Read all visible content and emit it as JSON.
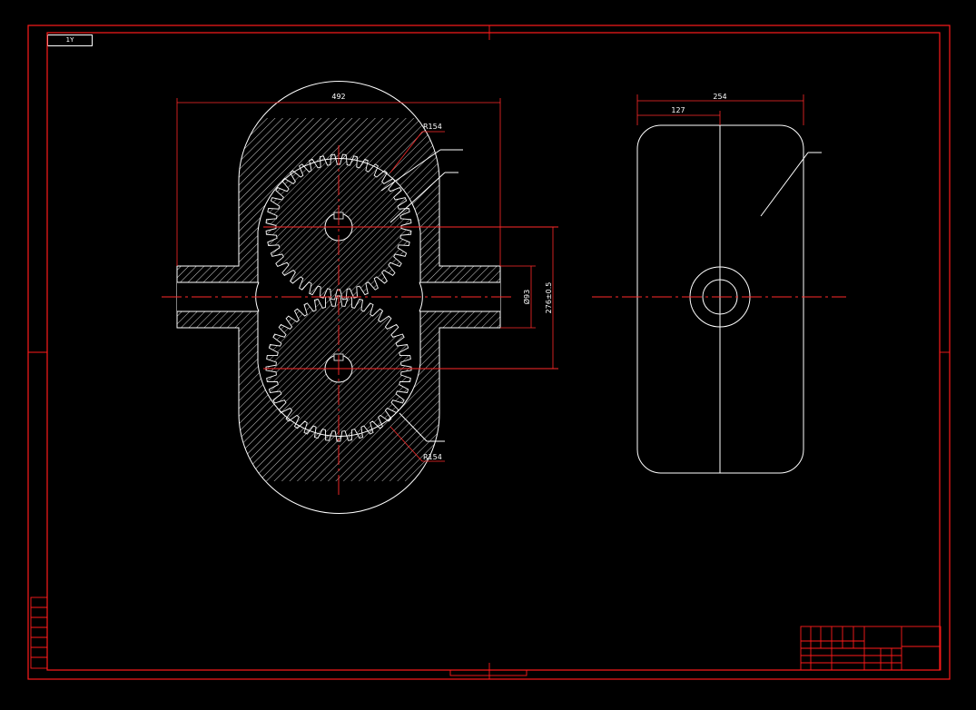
{
  "sheet": {
    "tag": "1Y"
  },
  "dimensions": {
    "overall_width": "492",
    "side_width": "254",
    "side_half": "127",
    "radius_top": "R154",
    "radius_bottom": "R154",
    "bore_dia": "Ø93",
    "center_distance": "276±0.5"
  },
  "colors": {
    "frame": "#ff1a1a",
    "geometry": "#ffffff",
    "dimension": "#ff2a2a",
    "background": "#000000"
  },
  "icons": {
    "gear": "gear-icon",
    "hatch": "hatch-pattern"
  }
}
